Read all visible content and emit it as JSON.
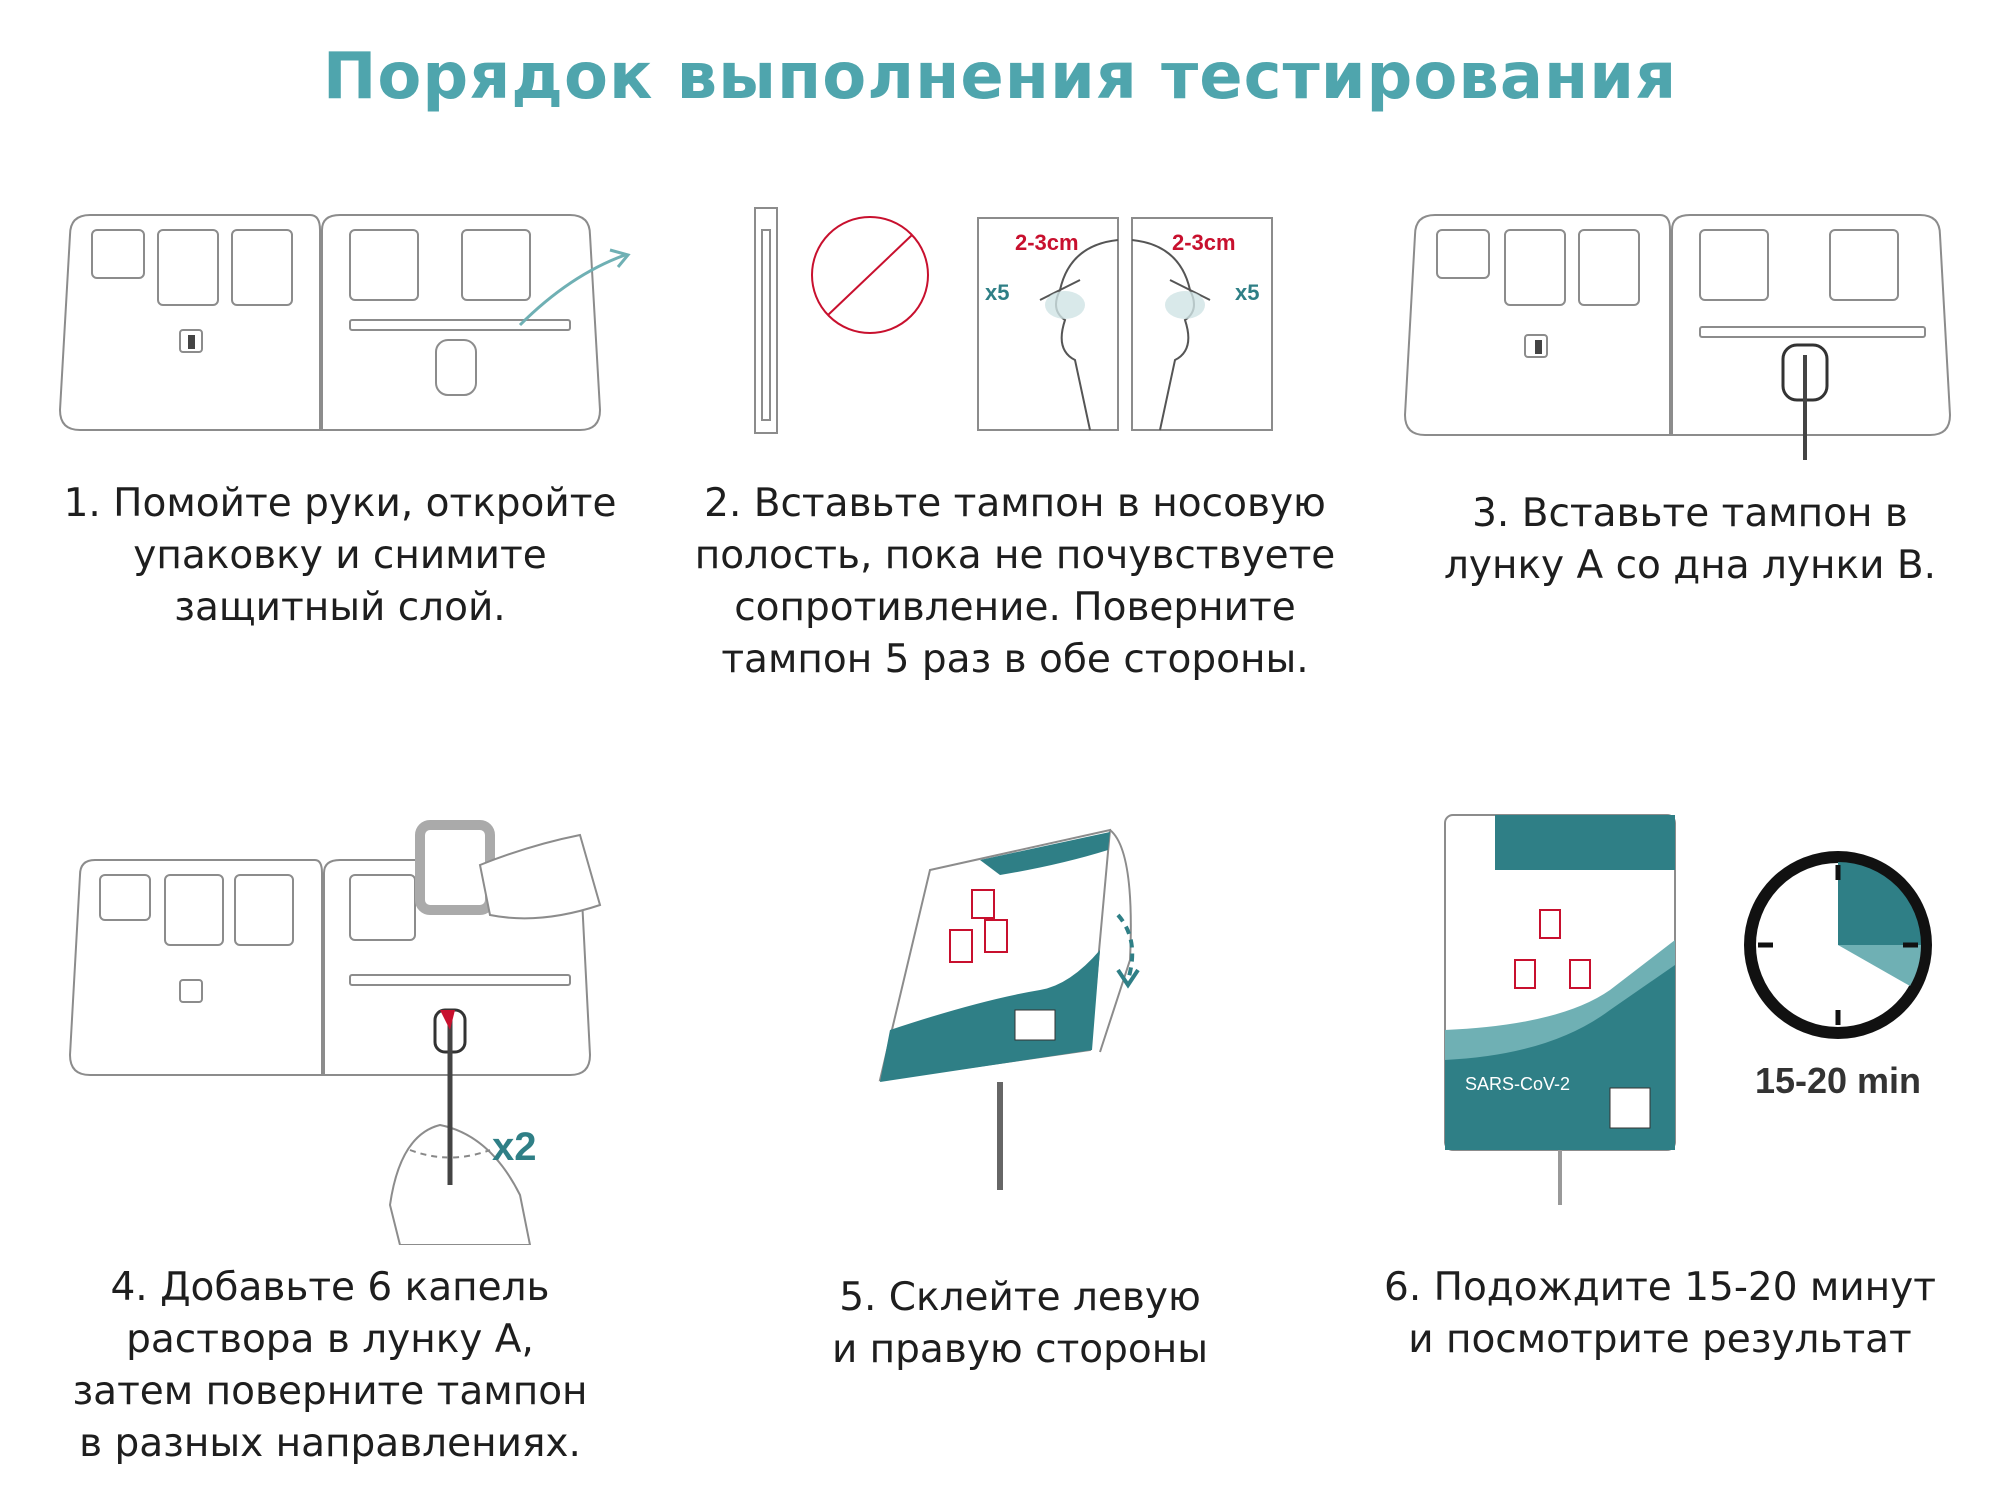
{
  "title": "Порядок выполнения тестирования",
  "colors": {
    "title": "#4fa5ad",
    "teal": "#2f7f86",
    "teal_light": "#6fb0b4",
    "red": "#c8102e",
    "line": "#8c8c8c"
  },
  "steps": [
    {
      "caption": "1. Помойте руки, откройте\nупаковку и снимите\nзащитный слой."
    },
    {
      "caption": "2. Вставьте тампон в носовую\nполость, пока не почувствуете\nсопротивление. Поверните\nтампон 5 раз в обе стороны.",
      "distance_label": "2-3cm",
      "rotation_label": "x5"
    },
    {
      "caption": "3. Вставьте тампон в\nлунку А со дна лунки B."
    },
    {
      "caption": "4. Добавьте 6 капель\nраствора в лунку А,\nзатем поверните тампон\nв разных направлениях.",
      "rotation_label": "x2"
    },
    {
      "caption": "5. Склейте левую\nи правую стороны"
    },
    {
      "caption": "6. Подождите 15-20 минут\nи посмотрите результат",
      "timer_label": "15-20 min",
      "card_title": "SARS-CoV-2"
    }
  ]
}
